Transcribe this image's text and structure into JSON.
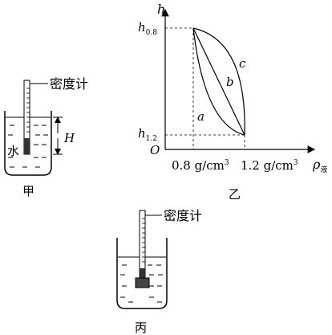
{
  "figure_jia": {
    "instrument_label": "密度计",
    "liquid_label": "水",
    "depth_label": "H",
    "caption": "甲"
  },
  "figure_yi": {
    "y_axis_letter": "h",
    "y_tick_top_main": "h",
    "y_tick_top_sub": "0.8",
    "y_tick_bottom_main": "h",
    "y_tick_bottom_sub": "1.2",
    "origin_label": "O",
    "x_tick_left_prefix": "0.8 g/cm",
    "x_tick_left_sup": "3",
    "x_tick_right_prefix": "1.2 g/cm",
    "x_tick_right_sup": "3",
    "x_axis_letter": "ρ",
    "x_axis_sub": "液",
    "curve_a_label": "a",
    "curve_b_label": "b",
    "curve_c_label": "c",
    "caption": "乙"
  },
  "figure_bing": {
    "instrument_label": "密度计",
    "caption": "丙"
  }
}
